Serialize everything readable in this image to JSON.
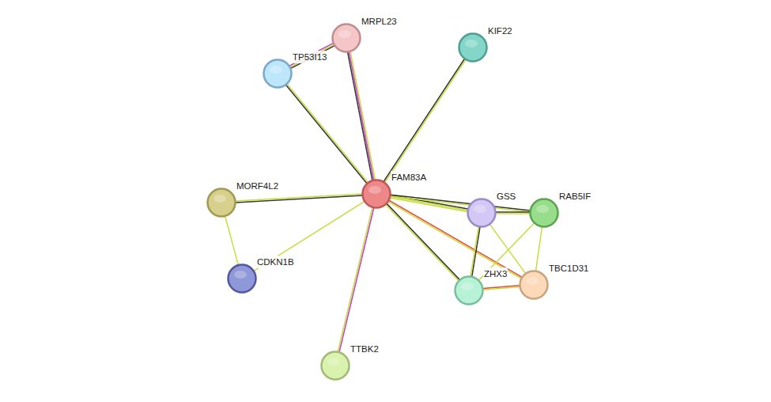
{
  "diagram": {
    "nodes": [
      {
        "text": [
          "MRPL23"
        ]
      },
      {
        "text": [
          "KIF22"
        ]
      },
      {
        "text": [
          "TP53I13"
        ]
      },
      {
        "text": [
          "FAM83A"
        ]
      },
      {
        "text": [
          "MORF4L2"
        ]
      },
      {
        "text": [
          "GSS"
        ]
      },
      {
        "text": [
          "RAB5IF"
        ]
      },
      {
        "text": [
          "CDKN1B"
        ]
      },
      {
        "text": [
          "TBC1D31"
        ]
      },
      {
        "text": [
          "ZHX3"
        ]
      },
      {
        "text": [
          "TTBK2"
        ]
      }
    ],
    "edges": [
      {
        "from": 3,
        "to": 0,
        "arrow": "none"
      },
      {
        "from": 3,
        "to": 2,
        "arrow": "none"
      },
      {
        "from": 2,
        "to": 0,
        "arrow": "none"
      },
      {
        "from": 3,
        "to": 1,
        "arrow": "none"
      },
      {
        "from": 3,
        "to": 4,
        "arrow": "none"
      },
      {
        "from": 3,
        "to": 7,
        "arrow": "none"
      },
      {
        "from": 4,
        "to": 7,
        "arrow": "none"
      },
      {
        "from": 3,
        "to": 10,
        "arrow": "none"
      },
      {
        "from": 3,
        "to": 5,
        "arrow": "none"
      },
      {
        "from": 3,
        "to": 6,
        "arrow": "none"
      },
      {
        "from": 3,
        "to": 9,
        "arrow": "none"
      },
      {
        "from": 3,
        "to": 8,
        "arrow": "none"
      },
      {
        "from": 5,
        "to": 6,
        "arrow": "none"
      },
      {
        "from": 5,
        "to": 9,
        "arrow": "none"
      },
      {
        "from": 5,
        "to": 8,
        "arrow": "none"
      },
      {
        "from": 6,
        "to": 9,
        "arrow": "none"
      },
      {
        "from": 6,
        "to": 8,
        "arrow": "none"
      },
      {
        "from": 9,
        "to": 8,
        "arrow": "none"
      }
    ]
  }
}
